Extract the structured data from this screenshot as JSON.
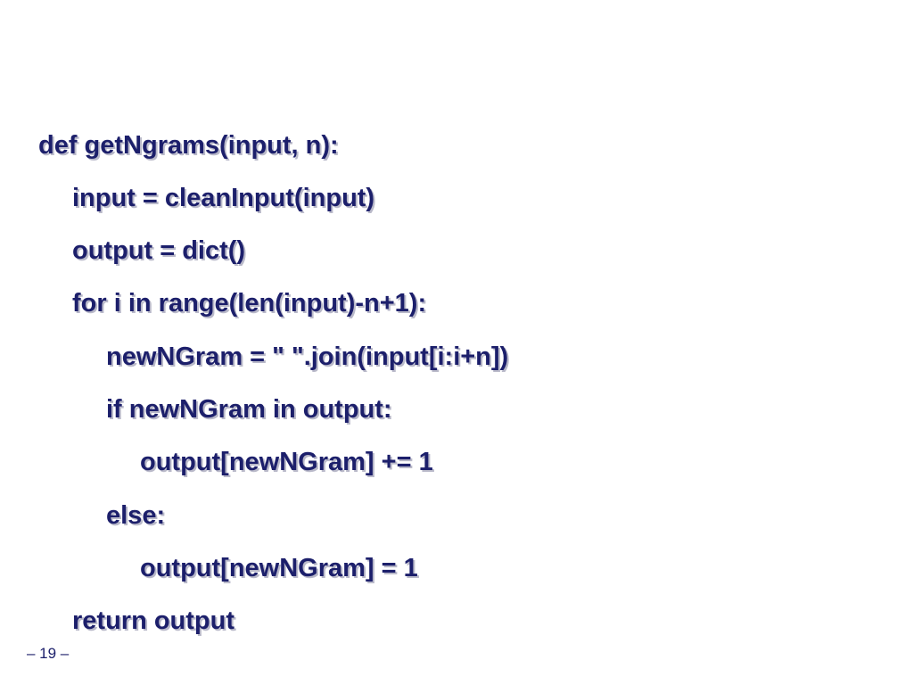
{
  "code": {
    "lines": [
      {
        "text": "def getNgrams(input, n):",
        "indent": 0
      },
      {
        "text": "input = cleanInput(input)",
        "indent": 1
      },
      {
        "text": "output = dict()",
        "indent": 1
      },
      {
        "text": "for i in range(len(input)-n+1):",
        "indent": 1
      },
      {
        "text": "newNGram = \" \".join(input[i:i+n])",
        "indent": 2
      },
      {
        "text": "if newNGram in output:",
        "indent": 2
      },
      {
        "text": "output[newNGram] += 1",
        "indent": 3
      },
      {
        "text": "else:",
        "indent": 2
      },
      {
        "text": "output[newNGram] = 1",
        "indent": 3
      },
      {
        "text": "return output",
        "indent": 1
      }
    ]
  },
  "footer": {
    "page_number": "– 19 –"
  },
  "colors": {
    "text": "#1c1f6b",
    "shadow": "#b9b9c9",
    "background": "#ffffff"
  }
}
